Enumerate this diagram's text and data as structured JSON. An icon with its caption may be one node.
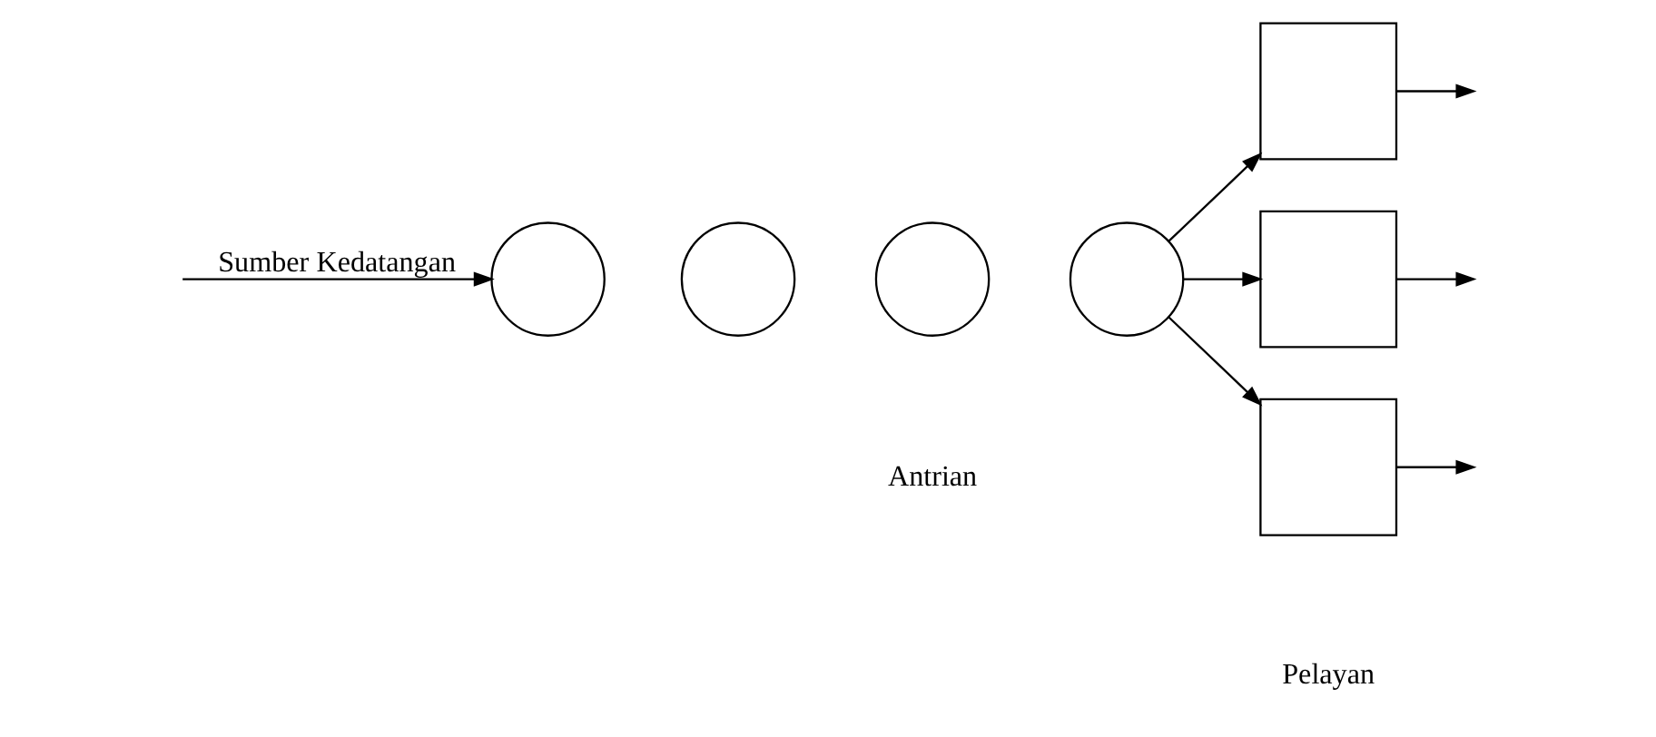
{
  "diagram": {
    "nodes": [
      {
        "text": [],
        "shape": "circle"
      },
      {
        "text": [],
        "shape": "circle"
      },
      {
        "text": [],
        "shape": "circle"
      },
      {
        "text": [],
        "shape": "circle"
      },
      {
        "text": [],
        "shape": "box"
      },
      {
        "text": [],
        "shape": "box"
      },
      {
        "text": [],
        "shape": "box"
      }
    ],
    "edges": [
      {
        "from": null,
        "to": 0,
        "arrow": "to",
        "label": "Sumber Kedatangan"
      },
      {
        "from": 3,
        "to": 4,
        "arrow": "to"
      },
      {
        "from": 3,
        "to": 5,
        "arrow": "to"
      },
      {
        "from": 3,
        "to": 6,
        "arrow": "to"
      },
      {
        "from": 4,
        "to": null,
        "arrow": "to"
      },
      {
        "from": 5,
        "to": null,
        "arrow": "to"
      },
      {
        "from": 6,
        "to": null,
        "arrow": "to"
      }
    ],
    "labels": [
      "Antrian",
      "Pelayan"
    ]
  }
}
